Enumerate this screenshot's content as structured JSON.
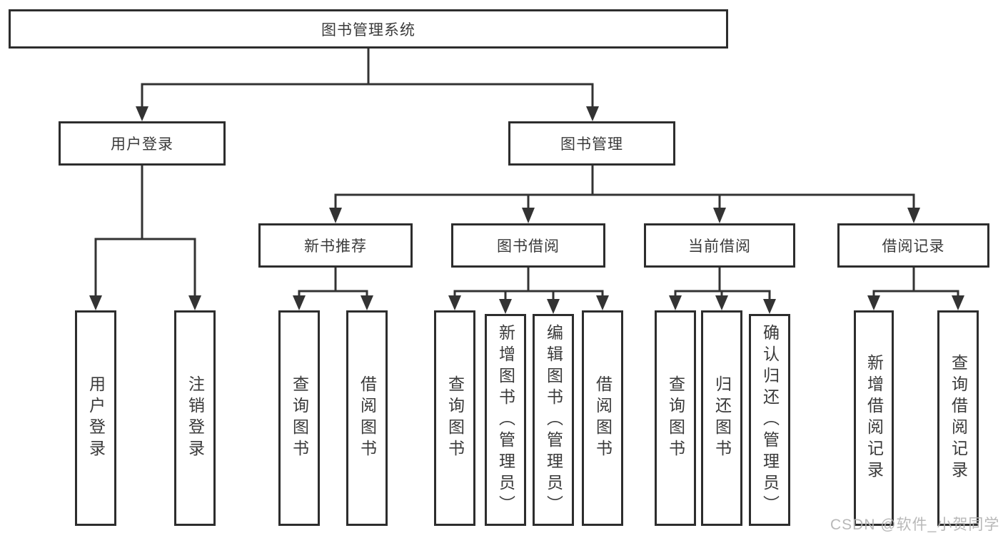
{
  "nodes": {
    "root": {
      "label": "图书管理系统"
    },
    "user_login": {
      "label": "用户登录"
    },
    "book_mgmt": {
      "label": "图书管理"
    },
    "new_book_rec": {
      "label": "新书推荐"
    },
    "book_borrow": {
      "label": "图书借阅"
    },
    "current_borrow": {
      "label": "当前借阅"
    },
    "borrow_records": {
      "label": "借阅记录"
    },
    "leaf_user_login": {
      "label": "用户登录"
    },
    "leaf_logout": {
      "label": "注销登录"
    },
    "leaf_query_books_rec": {
      "label": "查询图书"
    },
    "leaf_borrow_books_rec": {
      "label": "借阅图书"
    },
    "leaf_query_books_borrow": {
      "label": "查询图书"
    },
    "leaf_add_books": {
      "label": "新增图书（管理员）"
    },
    "leaf_edit_books": {
      "label": "编辑图书（管理员）"
    },
    "leaf_borrow_books_borrow": {
      "label": "借阅图书"
    },
    "leaf_query_books_current": {
      "label": "查询图书"
    },
    "leaf_return_books": {
      "label": "归还图书"
    },
    "leaf_confirm_return": {
      "label": "确认归还（管理员）"
    },
    "leaf_add_borrow_record": {
      "label": "新增借阅记录"
    },
    "leaf_query_borrow_record": {
      "label": "查询借阅记录"
    }
  },
  "hierarchy": {
    "图书管理系统": {
      "用户登录": [
        "用户登录",
        "注销登录"
      ],
      "图书管理": {
        "新书推荐": [
          "查询图书",
          "借阅图书"
        ],
        "图书借阅": [
          "查询图书",
          "新增图书（管理员）",
          "编辑图书（管理员）",
          "借阅图书"
        ],
        "当前借阅": [
          "查询图书",
          "归还图书",
          "确认归还（管理员）"
        ],
        "借阅记录": [
          "新增借阅记录",
          "查询借阅记录"
        ]
      }
    }
  },
  "watermark": {
    "text": "CSDN @软件_小贺同学"
  },
  "colors": {
    "background": "#ffffff",
    "line": "#333333",
    "box_border": "#2d2d2d",
    "text": "#3a3a3a",
    "watermark": "#b2b2b2"
  }
}
